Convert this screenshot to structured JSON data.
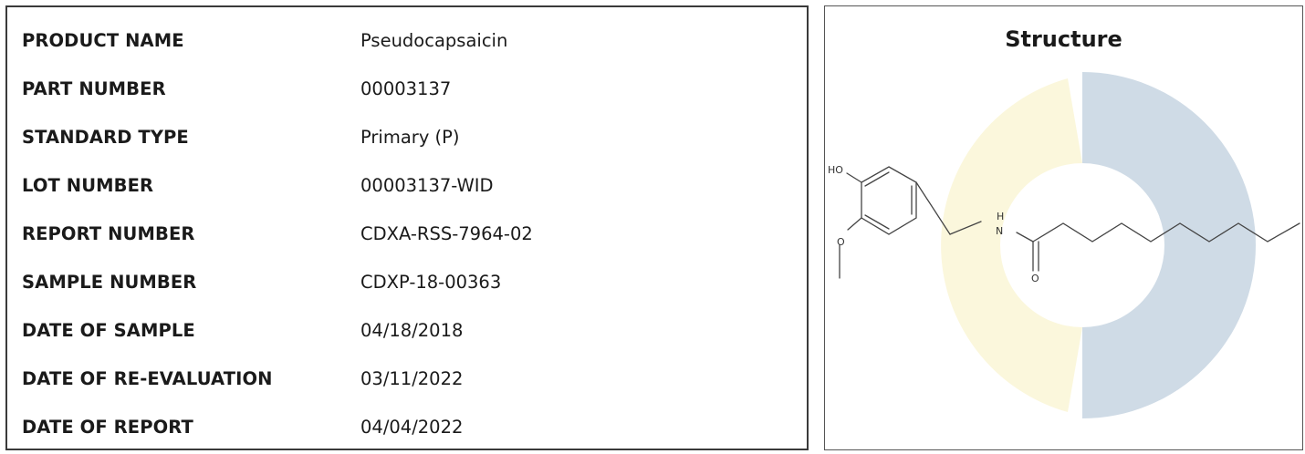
{
  "fields": [
    {
      "label": "PRODUCT NAME",
      "value": "Pseudocapsaicin"
    },
    {
      "label": "PART NUMBER",
      "value": "00003137"
    },
    {
      "label": "STANDARD TYPE",
      "value": "Primary (P)"
    },
    {
      "label": "LOT NUMBER",
      "value": "00003137-WID"
    },
    {
      "label": "REPORT NUMBER",
      "value": "CDXA-RSS-7964-02"
    },
    {
      "label": "SAMPLE NUMBER",
      "value": "CDXP-18-00363"
    },
    {
      "label": "DATE OF SAMPLE",
      "value": "04/18/2018"
    },
    {
      "label": "DATE OF RE-EVALUATION",
      "value": "03/11/2022"
    },
    {
      "label": "DATE OF REPORT",
      "value": "04/04/2022"
    }
  ],
  "structure": {
    "title": "Structure",
    "atoms": {
      "ho": "HO",
      "o_methoxy": "O",
      "nh_h": "H",
      "nh_n": "N",
      "o_carbonyl": "O"
    }
  },
  "colors": {
    "watermark_blue": "#cfdbe6",
    "watermark_yellow": "#fbf7dc",
    "bond": "#444444"
  }
}
